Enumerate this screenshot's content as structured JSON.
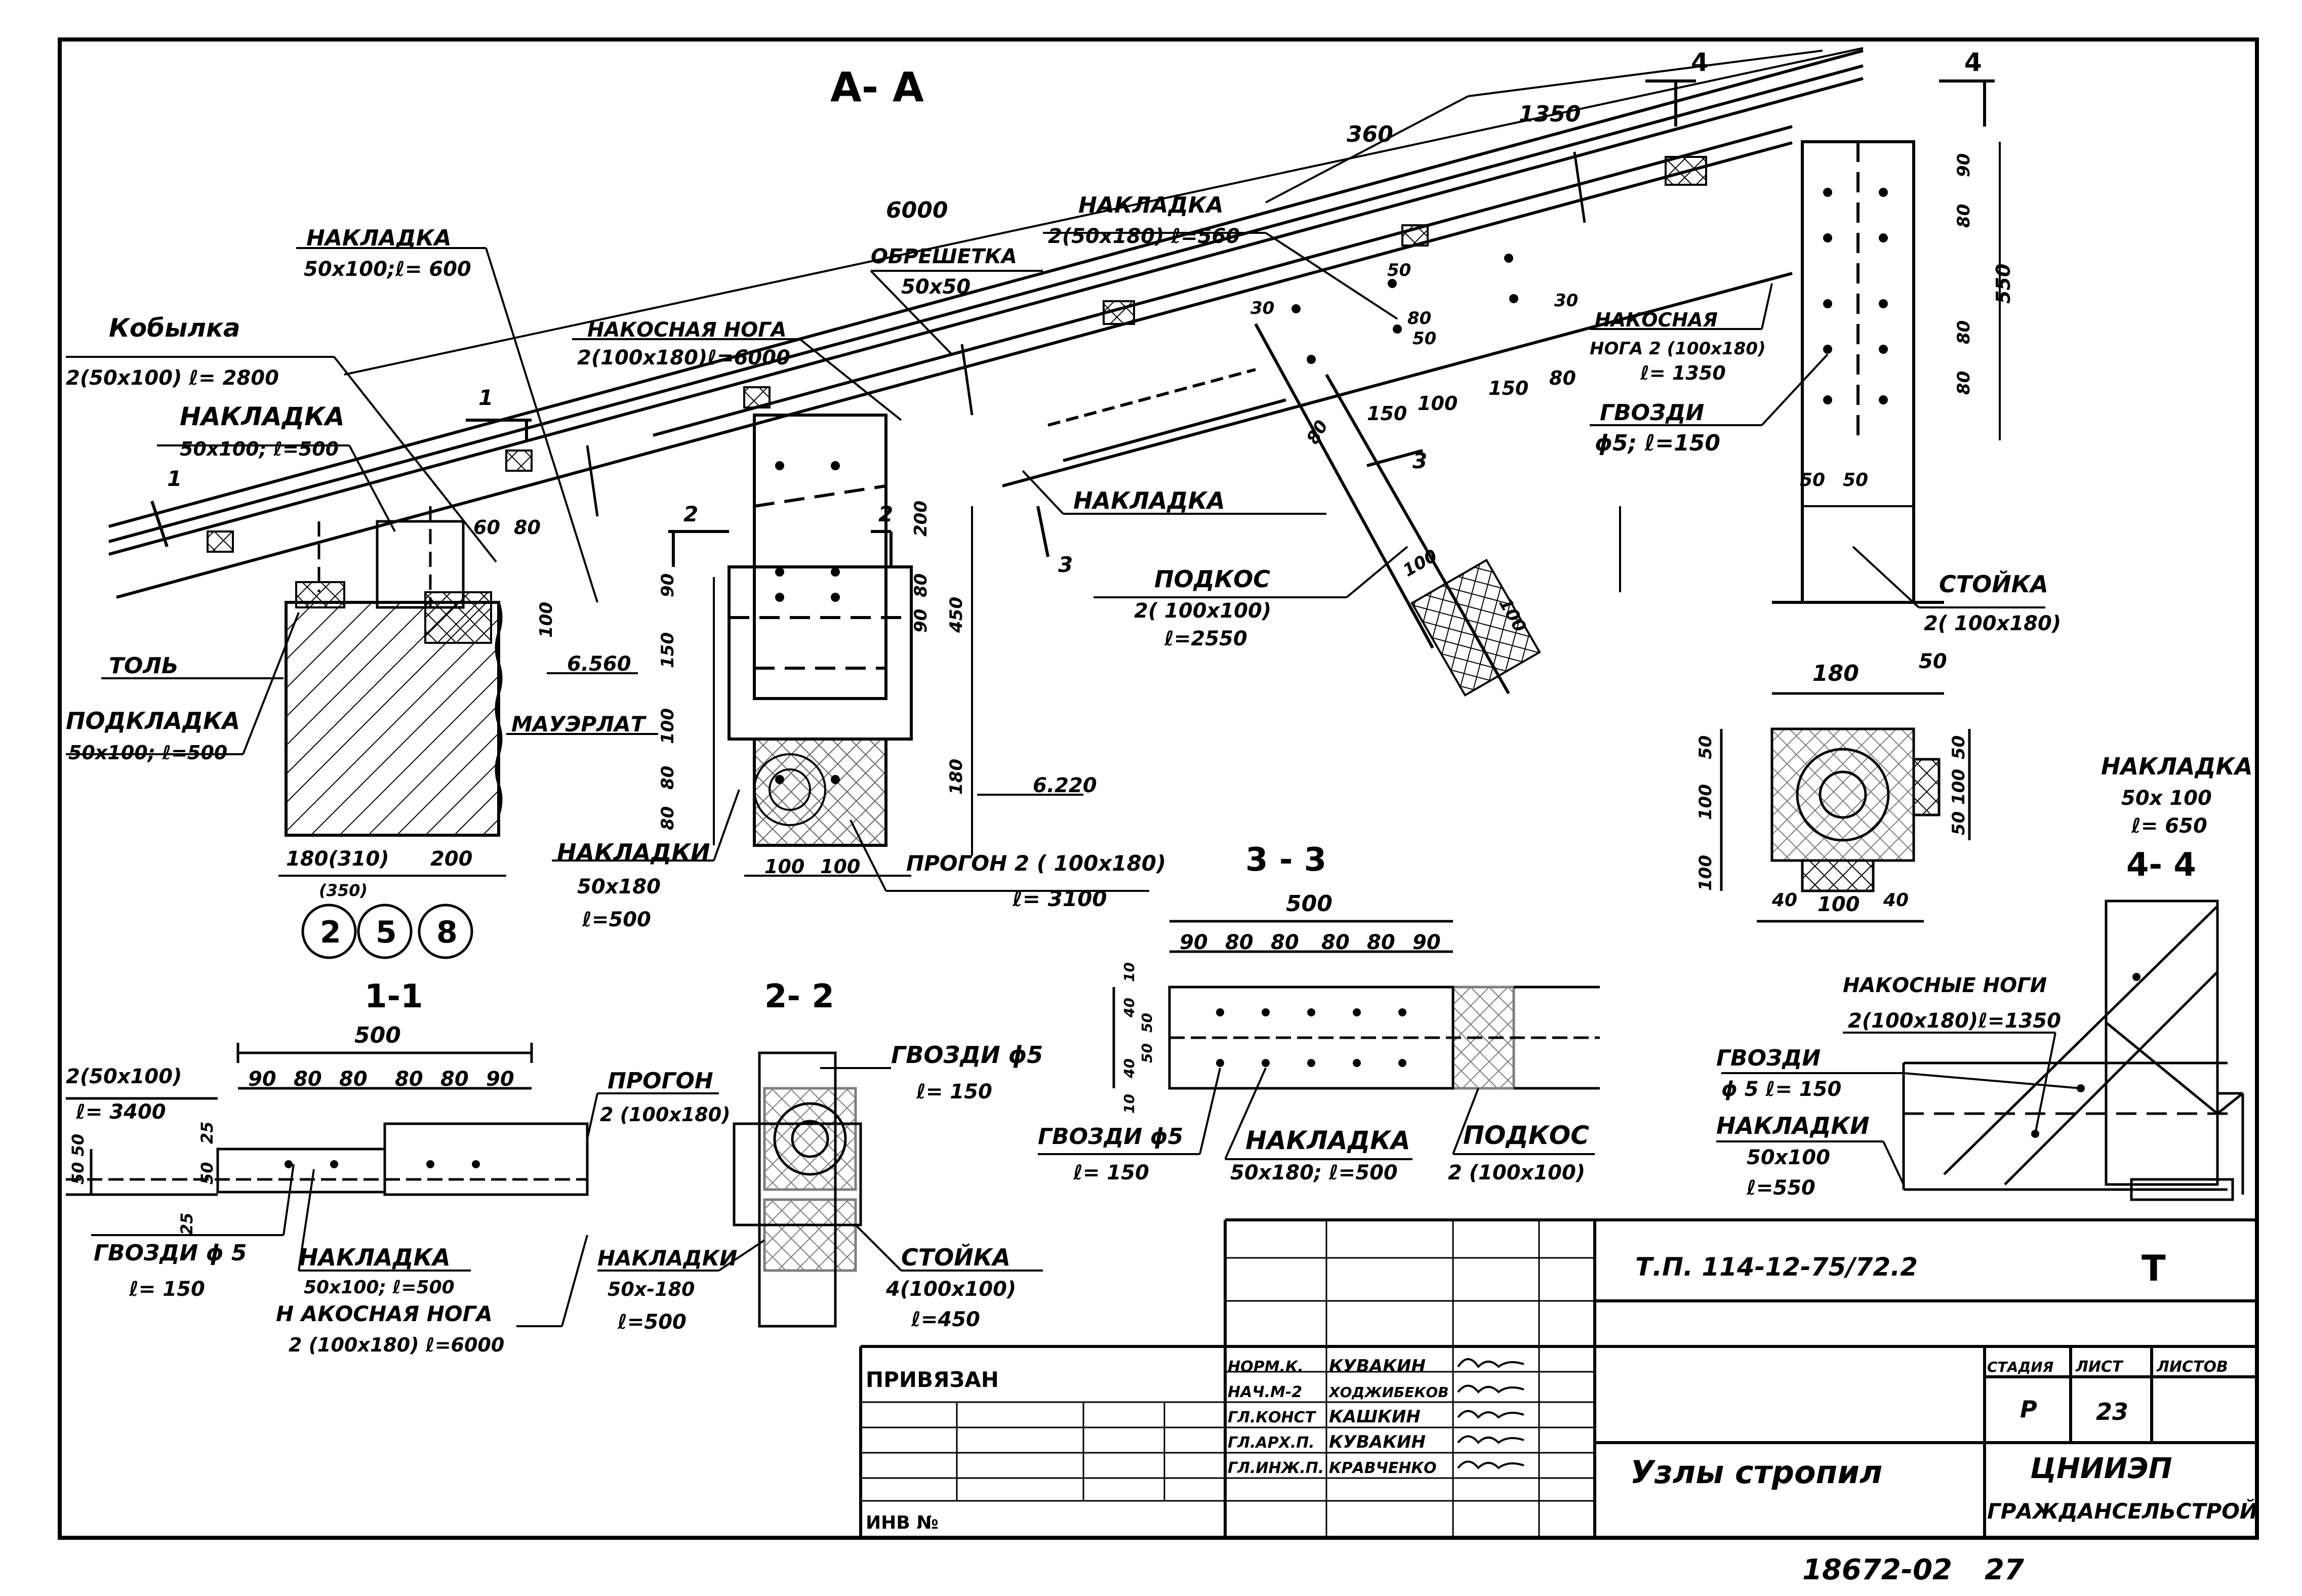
{
  "sections": {
    "aa": "А- А",
    "s11": "1-1",
    "s22": "2- 2",
    "s33": "3 - 3",
    "s44": "4- 4"
  },
  "markers": {
    "m1a": "1",
    "m1b": "1",
    "m2a": "2",
    "m2b": "2",
    "m3a": "3",
    "m3b": "3",
    "m4a": "4",
    "m4b": "4"
  },
  "main": {
    "dim_6000": "6000",
    "dim_360": "360",
    "dim_1350": "1350",
    "nakladka1_title": "НАКЛАДКА",
    "nakladka1_size": "50х100;ℓ= 600",
    "kobylka_title": "Кобылка",
    "kobylka_size": "2(50х100) ℓ= 2800",
    "nakladka2_title": "НАКЛАДКА",
    "nakladka2_size": "50х100; ℓ=500",
    "obreshetka_title": "ОБРЕШЕТКА",
    "obreshetka_size": "50х50",
    "nakosnaya_title": "НАКОСНАЯ НОГА",
    "nakosnaya_size": "2(100х180)ℓ=6000",
    "nakladka3_title": "НАКЛАДКА",
    "nakladka3_size": "2(50х180) ℓ=560",
    "nakosnaya2_title": "НАКОСНАЯ",
    "nakosnaya2_size1": "НОГА 2 (100х180)",
    "nakosnaya2_size2": "ℓ= 1350",
    "gvozdi_title": "ГВОЗДИ",
    "gvozdi_size": "ϕ5; ℓ=150",
    "nakladka4": "НАКЛАДКА",
    "podkos_title": "ПОДКОС",
    "podkos_size1": "2( 100х100)",
    "podkos_size2": "ℓ=2550",
    "stoyka_title": "СТОЙКА",
    "stoyka_size": "2( 100х180)",
    "tol": "ТОЛЬ",
    "podkladka_title": "ПОДКЛАДКА",
    "podkladka_size": "50х100; ℓ=500",
    "mauerlat": "МАУЭРЛАТ",
    "level_6560": "6.560",
    "level_6220": "6.220",
    "nakladki_title": "НАКЛАДКИ",
    "nakladki_size1": "50х180",
    "nakladki_size2": "ℓ=500",
    "progon_title": "ПРОГОН 2 ( 100х180)",
    "progon_len": "ℓ= 3100",
    "dim_180_310": "180(310)",
    "dim_350": "(350)",
    "dim_200": "200",
    "dim_100a": "100",
    "dim_100b": "100",
    "dim_60": "60",
    "dim_80a": "80",
    "dim_100v": "100",
    "dim_90a": "90",
    "dim_150": "150",
    "dim_100c": "100",
    "dim_80b": "80",
    "dim_80c": "80",
    "dim_200b": "200",
    "dim_90b": "90",
    "dim_80d": "80",
    "dim_450": "450",
    "dim_180b": "180",
    "dim_50a": "50",
    "dim_80e": "80",
    "dim_50b": "50",
    "dim_30a": "30",
    "dim_30b": "30",
    "dim_150b": "150",
    "dim_100d": "100",
    "dim_150c": "150",
    "dim_80f": "80",
    "dim_80g": "80",
    "dim_100e": "100",
    "dim_100f": "100",
    "dim_90c": "90",
    "dim_80h": "80",
    "dim_80i": "80",
    "dim_80j": "80",
    "dim_550": "550",
    "dim_50c": "50",
    "dim_50d": "50",
    "circle1": "2",
    "circle2": "5",
    "circle3": "8"
  },
  "sec11": {
    "dim_500": "500",
    "dims": [
      "90",
      "80",
      "80",
      "80",
      "80",
      "90"
    ],
    "left_title": "2(50х100)",
    "left_len": "ℓ= 3400",
    "dim_50_50": "50 50",
    "dim_25a": "25",
    "dim_25b": "25",
    "dim_50e": "50",
    "gvozdi": "ГВОЗДИ ϕ 5",
    "gvozdi_len": "ℓ= 150",
    "nakladka": "НАКЛАДКА",
    "nakladka_size": "50х100; ℓ=500",
    "nakosnaya": "Н АКОСНАЯ НОГА",
    "nakosnaya_size": "2 (100х180) ℓ=6000",
    "progon": "ПРОГОН",
    "progon_size": "2 (100х180)"
  },
  "sec22": {
    "gvozdi": "ГВОЗДИ ϕ5",
    "gvozdi_len": "ℓ= 150",
    "nakladki": "НАКЛАДКИ",
    "nakladki_size1": "50х-180",
    "nakladki_size2": "ℓ=500",
    "stoyka": "СТОЙКА",
    "stoyka_size1": "4(100х100)",
    "stoyka_size2": "ℓ=450"
  },
  "sec33": {
    "dim_500": "500",
    "dims": [
      "90",
      "80",
      "80",
      "80",
      "80",
      "90"
    ],
    "dim_10a": "10",
    "dim_40a": "40",
    "dim_50a": "50",
    "dim_50b": "50",
    "dim_40b": "40",
    "dim_10b": "10",
    "gvozdi": "ГВОЗДИ ϕ5",
    "gvozdi_len": "ℓ= 150",
    "nakladka": "НАКЛАДКА",
    "nakladka_size": "50х180; ℓ=500",
    "podkos": "ПОДКОС",
    "podkos_size": "2 (100х100)"
  },
  "secpost": {
    "dim_180": "180",
    "dim_50": "50",
    "dim_50l": "50",
    "dim_100l": "100",
    "dim_100l2": "100",
    "dim_50r": "50",
    "dim_100r": "100",
    "dim_50r2": "50",
    "dim_40a": "40",
    "dim_100": "100",
    "dim_40b": "40"
  },
  "sec44": {
    "nakladka": "НАКЛАДКА",
    "nakladka_size1": "50х 100",
    "nakladka_size2": "ℓ= 650",
    "nakosnye": "НАКОСНЫЕ НОГИ",
    "nakosnye_size": "2(100х180)ℓ=1350",
    "gvozdi": "ГВОЗДИ",
    "gvozdi_size": "ϕ 5 ℓ= 150",
    "nakladki": "НАКЛАДКИ",
    "nakladki_size1": "50х100",
    "nakladki_size2": "ℓ=550"
  },
  "titleblock": {
    "code": "Т.П. 114-12-75/72.2",
    "letter": "Т",
    "privyazan": "ПРИВЯЗАН",
    "inv": "ИНВ №",
    "roles": [
      "НОРМ.К.",
      "НАЧ.М-2",
      "ГЛ.КОНСТ",
      "ГЛ.АРХ.П.",
      "ГЛ.ИНЖ.П."
    ],
    "names": [
      "КУВАКИН",
      "ХОДЖИБЕКОВ",
      "КАШКИН",
      "КУВАКИН",
      "КРАВЧЕНКО"
    ],
    "stadiya": "СТАДИЯ",
    "list": "ЛИСТ",
    "listov": "ЛИСТОВ",
    "stadiya_val": "Р",
    "list_val": "23",
    "title": "Узлы стропил",
    "org1": "ЦНИИЭП",
    "org2": "ГРАЖДАНСЕЛЬСТРОЙ"
  },
  "footer": {
    "number": "18672-02",
    "page": "27"
  }
}
